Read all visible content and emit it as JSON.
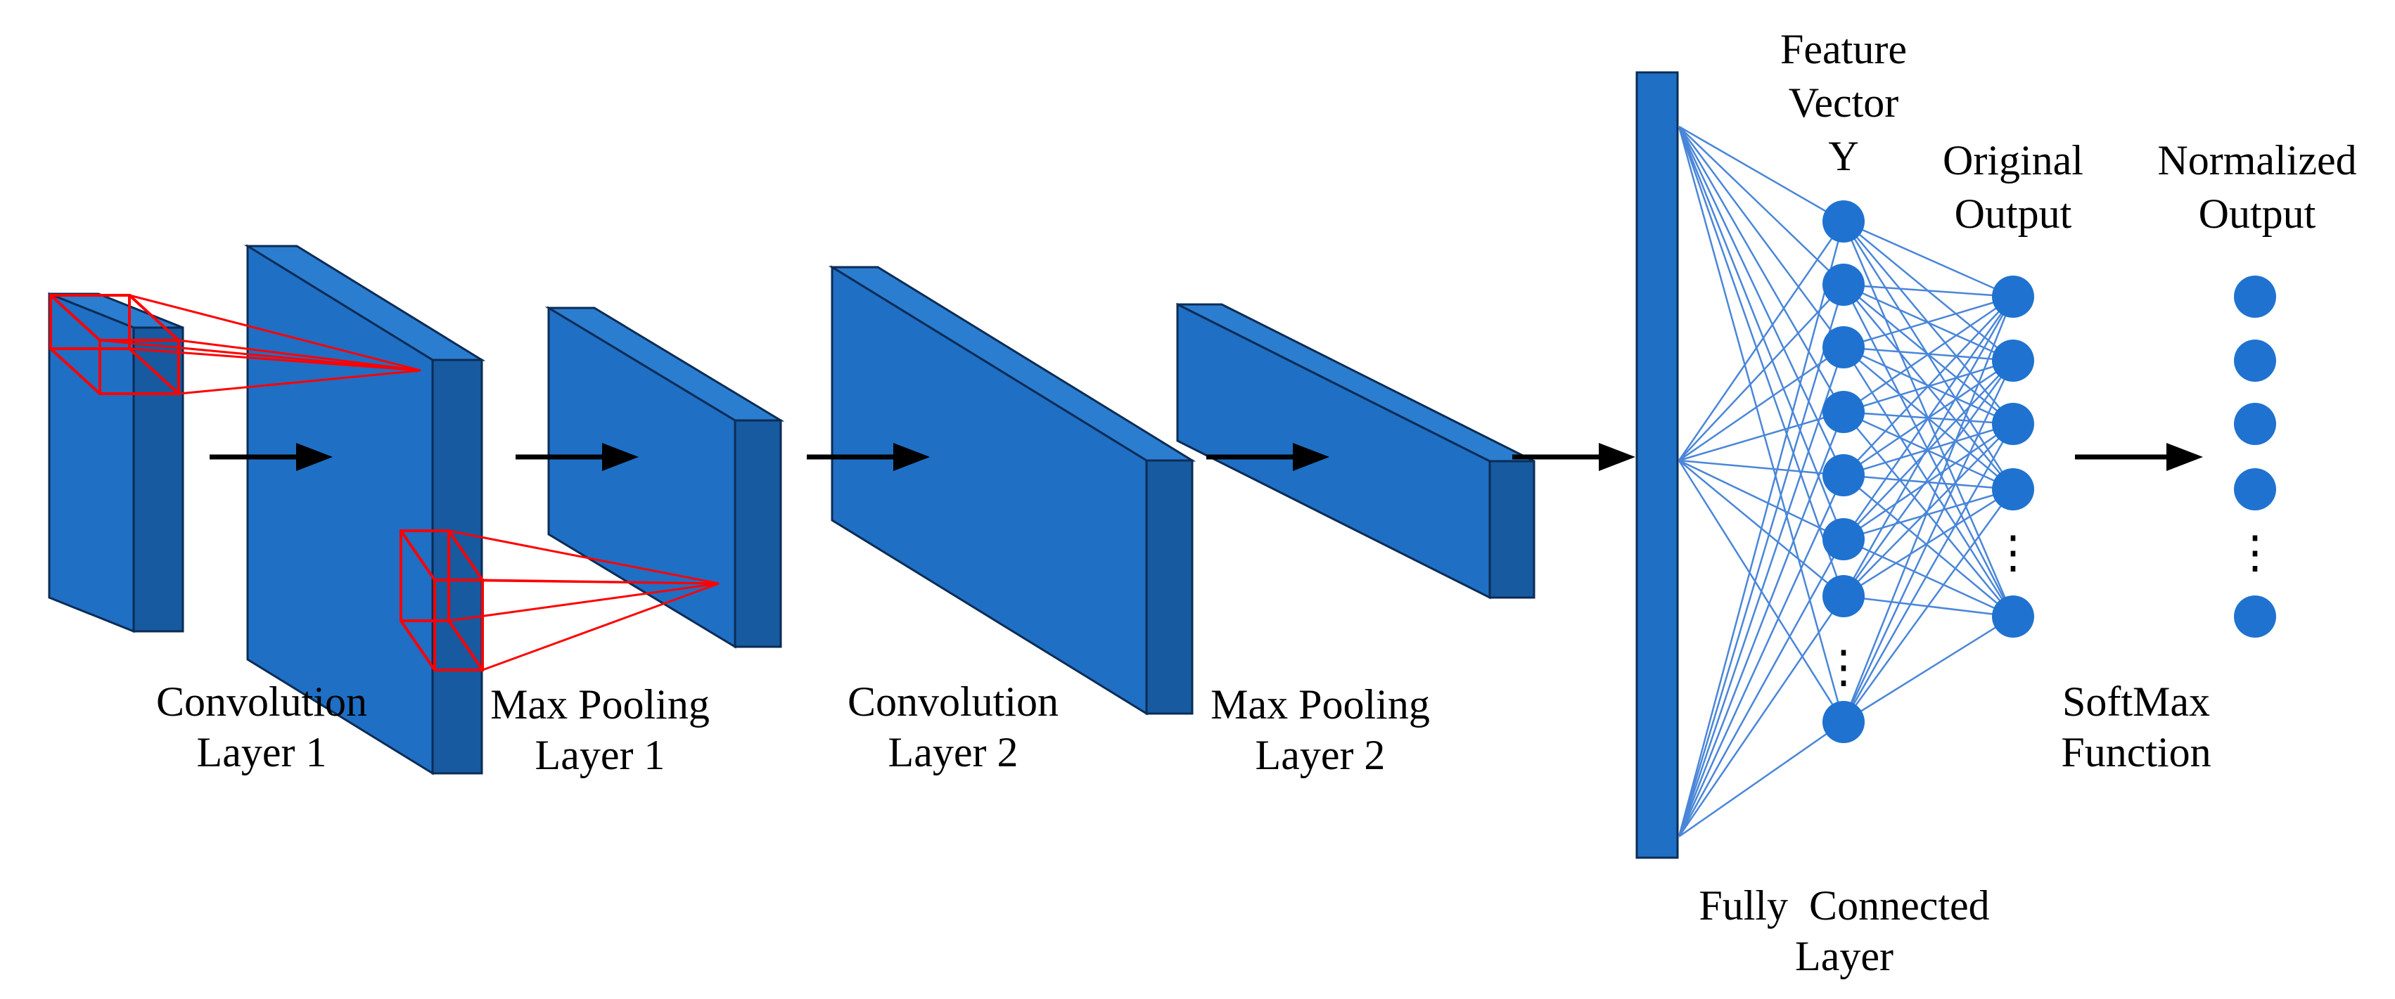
{
  "colors": {
    "block_front": "#1f6fc4",
    "block_side": "#175a9f",
    "block_top": "#2b7dcf",
    "edge": "#0b2c55",
    "kernel": "#ff0000",
    "connection": "#4a86d8",
    "node": "#1f72d0",
    "arrow": "#000000",
    "background": "#ffffff"
  },
  "labels": {
    "conv1": {
      "line1": "Convolution",
      "line2": "Layer 1"
    },
    "pool1": {
      "line1": "Max Pooling",
      "line2": "Layer 1"
    },
    "conv2": {
      "line1": "Convolution",
      "line2": "Layer 2"
    },
    "pool2": {
      "line1": "Max Pooling",
      "line2": "Layer 2"
    },
    "fc": {
      "line1": "Fully  Connected",
      "line2": "Layer"
    },
    "feature_vector": {
      "line1": "Feature",
      "line2": "Vector",
      "line3": "Y"
    },
    "original_output": {
      "line1": "Original",
      "line2": "Output"
    },
    "normalized_output": {
      "line1": "Normalized",
      "line2": "Output"
    },
    "softmax": {
      "line1": "SoftMax",
      "line2": "Function"
    }
  },
  "ellipsis": "⋮"
}
